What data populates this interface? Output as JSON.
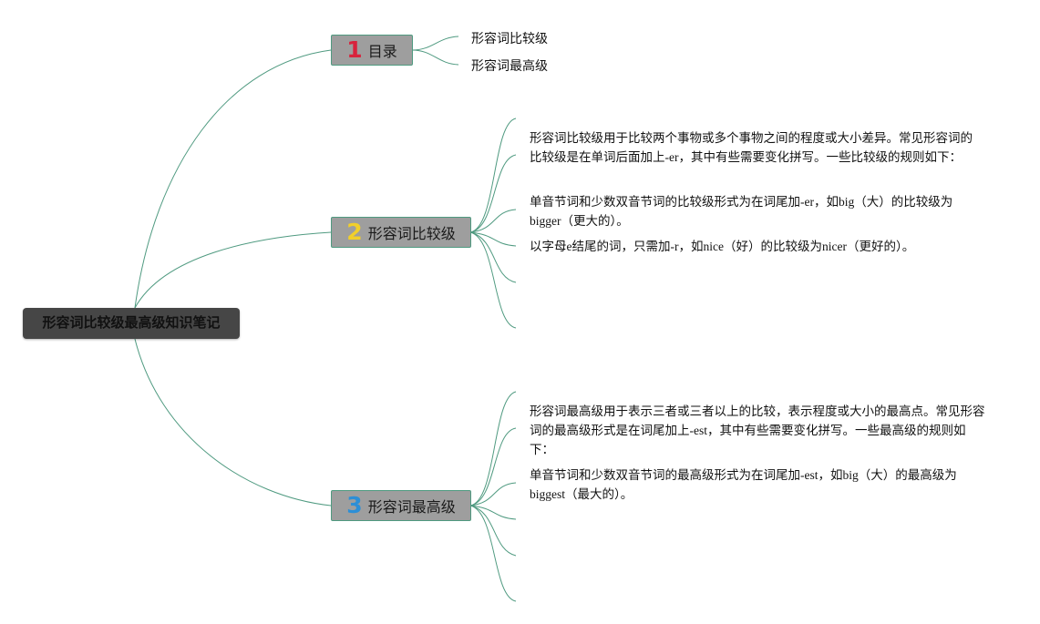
{
  "root": {
    "title": "形容词比较级最高级知识笔记"
  },
  "branches": [
    {
      "number": "1",
      "number_color": "#d8233d",
      "label": "目录",
      "children": [
        "形容词比较级",
        "形容词最高级"
      ]
    },
    {
      "number": "2",
      "number_color": "#f2cf2a",
      "label": "形容词比较级",
      "children": [
        "形容词比较级用于比较两个事物或多个事物之间的程度或大小差异。常见形容词的比较级是在单词后面加上-er，其中有些需要变化拼写。一些比较级的规则如下：",
        "单音节词和少数双音节词的比较级形式为在词尾加-er，如big（大）的比较级为bigger（更大的）。",
        "以字母e结尾的词，只需加-r，如nice（好）的比较级为nicer（更好的）。"
      ]
    },
    {
      "number": "3",
      "number_color": "#2d8fd6",
      "label": "形容词最高级",
      "children": [
        "形容词最高级用于表示三者或三者以上的比较，表示程度或大小的最高点。常见形容词的最高级形式是在词尾加上-est，其中有些需要变化拼写。一些最高级的规则如下：",
        "单音节词和少数双音节词的最高级形式为在词尾加-est，如big（大）的最高级为biggest（最大的）。"
      ]
    }
  ]
}
